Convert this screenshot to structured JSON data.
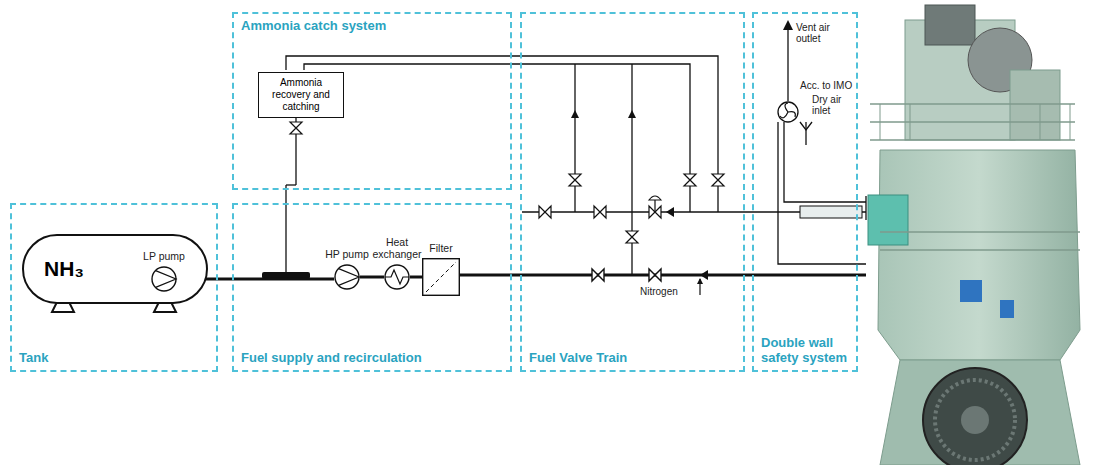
{
  "diagram": {
    "nodes": [
      {
        "text": [
          "Ammonia catch system"
        ]
      },
      {
        "text": [
          "Ammonia recovery and catching"
        ],
        "in": 0
      },
      {
        "text": [
          "Fuel Valve Train"
        ]
      },
      {
        "text": [
          "Double wall safety system"
        ]
      },
      {
        "text": [
          "Tank"
        ]
      },
      {
        "text": [
          "NH₃"
        ],
        "in": 4
      },
      {
        "text": [
          "LP pump"
        ],
        "in": 5
      },
      {
        "text": [
          "Fuel supply and recirculation"
        ]
      },
      {
        "text": [
          "HP pump"
        ],
        "in": 7
      },
      {
        "text": [
          "Heat exchanger"
        ],
        "in": 7
      },
      {
        "text": [
          "Filter"
        ],
        "in": 7
      }
    ],
    "edges": [
      {
        "from": 6,
        "to": 8,
        "arrow": "none"
      },
      {
        "from": 8,
        "to": 9,
        "arrow": "none"
      },
      {
        "from": 9,
        "to": 10,
        "arrow": "none"
      }
    ],
    "labels": [
      "Vent air outlet",
      "Acc. to IMO",
      "Dry air inlet",
      "Nitrogen"
    ]
  }
}
